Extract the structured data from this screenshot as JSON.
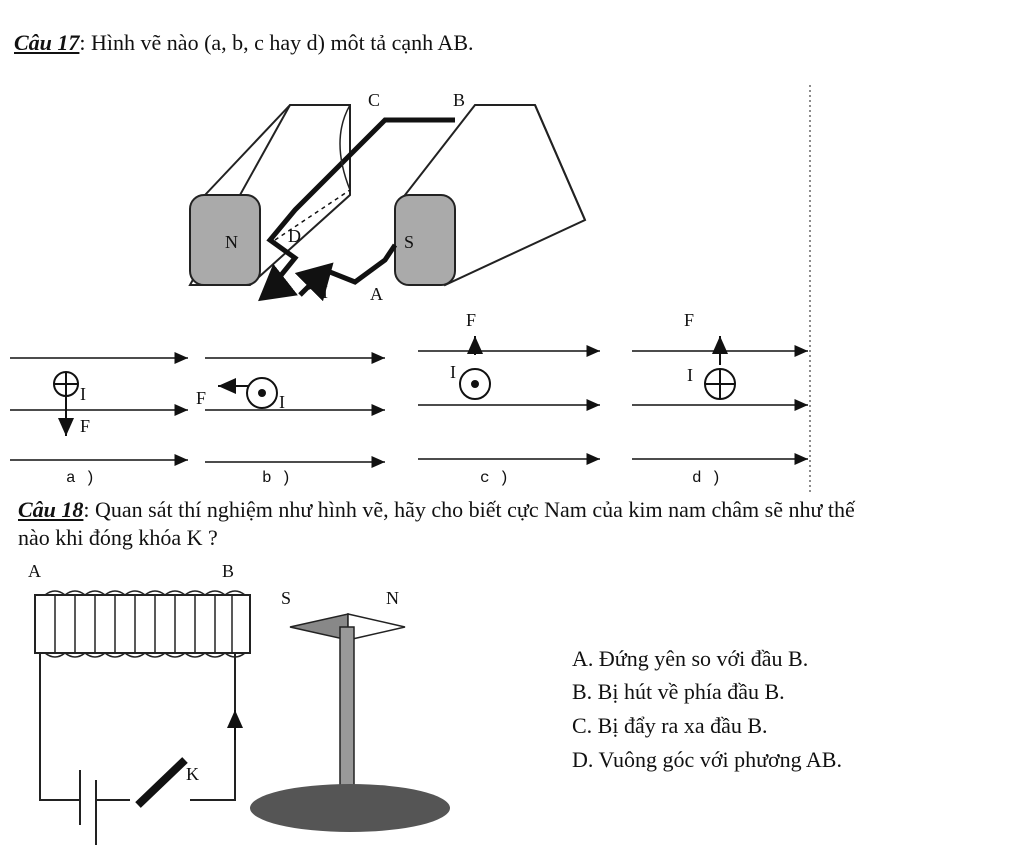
{
  "q17": {
    "number": "Câu 17",
    "text": ": Hình vẽ nào (a, b, c hay d) môt tả cạnh AB.",
    "magnet": {
      "north": "N",
      "south": "S",
      "points": [
        "C",
        "B",
        "D",
        "A"
      ],
      "current": "I"
    },
    "panels": [
      {
        "caption": "a )",
        "force": "F",
        "current": "I"
      },
      {
        "caption": "b )",
        "force": "F",
        "current": "I"
      },
      {
        "caption": "c )",
        "force": "F",
        "current": "I"
      },
      {
        "caption": "d )",
        "force": "F",
        "current": "I"
      }
    ]
  },
  "q18": {
    "number": "Câu 18",
    "text_line1": ": Quan sát thí nghiệm như hình vẽ, hãy cho biết cực Nam của kim nam châm sẽ như thế",
    "text_line2": "nào khi đóng khóa K ?",
    "coil": {
      "end_a": "A",
      "end_b": "B",
      "switch": "K"
    },
    "needle": {
      "south": "S",
      "north": "N"
    },
    "options": [
      "A. Đứng yên so với đầu B.",
      "B. Bị hút về phía đầu B.",
      "C. Bị đẩy ra xa đầu B.",
      "D. Vuông góc với phương AB."
    ]
  }
}
